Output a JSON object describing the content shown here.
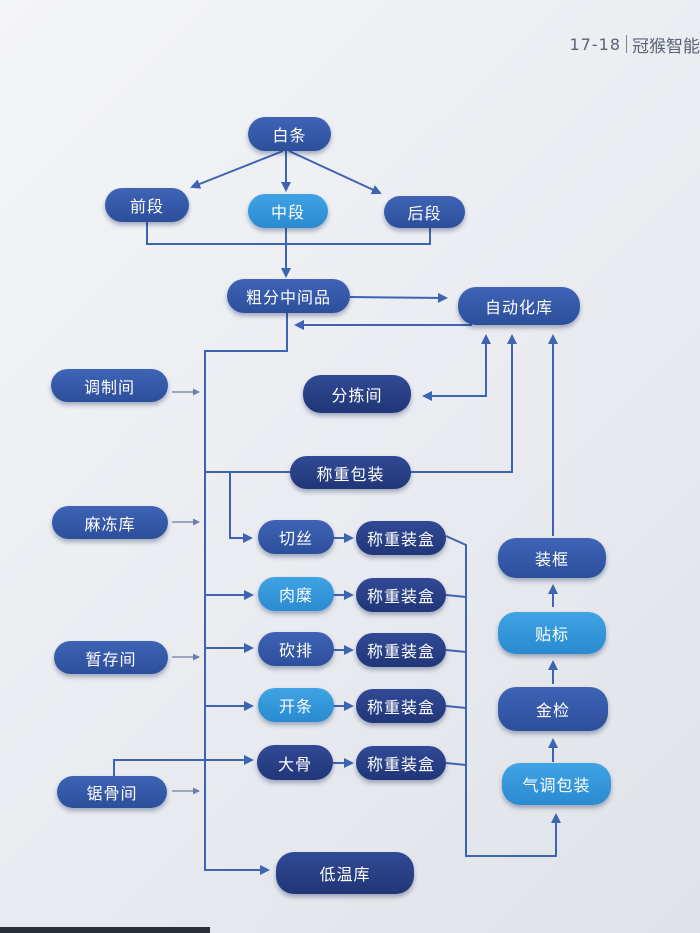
{
  "header": {
    "page": "17-18",
    "title": "冠猴智能"
  },
  "nodes": {
    "baitiao": "白条",
    "qianduan": "前段",
    "zhongduan": "中段",
    "houduan": "后段",
    "cufen": "粗分中间品",
    "zidonghua": "自动化库",
    "tiaozhi": "调制间",
    "fenjian": "分拣间",
    "chengzhong_baozhuang": "称重包装",
    "madong": "麻冻库",
    "qiesi": "切丝",
    "roumi": "肉糜",
    "kanpai": "砍排",
    "kaitiao": "开条",
    "dagu": "大骨",
    "zhuanghe_1": "称重装盒",
    "zhuanghe_2": "称重装盒",
    "zhuanghe_3": "称重装盒",
    "zhuanghe_4": "称重装盒",
    "zhuanghe_5": "称重装盒",
    "zancun": "暂存间",
    "jugu": "锯骨间",
    "diwen": "低温库",
    "zhuangkuang": "装框",
    "tiebiao": "贴标",
    "jinjian": "金检",
    "qitiao": "气调包装"
  },
  "colors": {
    "line": "#3d63b3",
    "dark": "#2f54a3",
    "navy": "#243b82",
    "light": "#2f97dc"
  }
}
